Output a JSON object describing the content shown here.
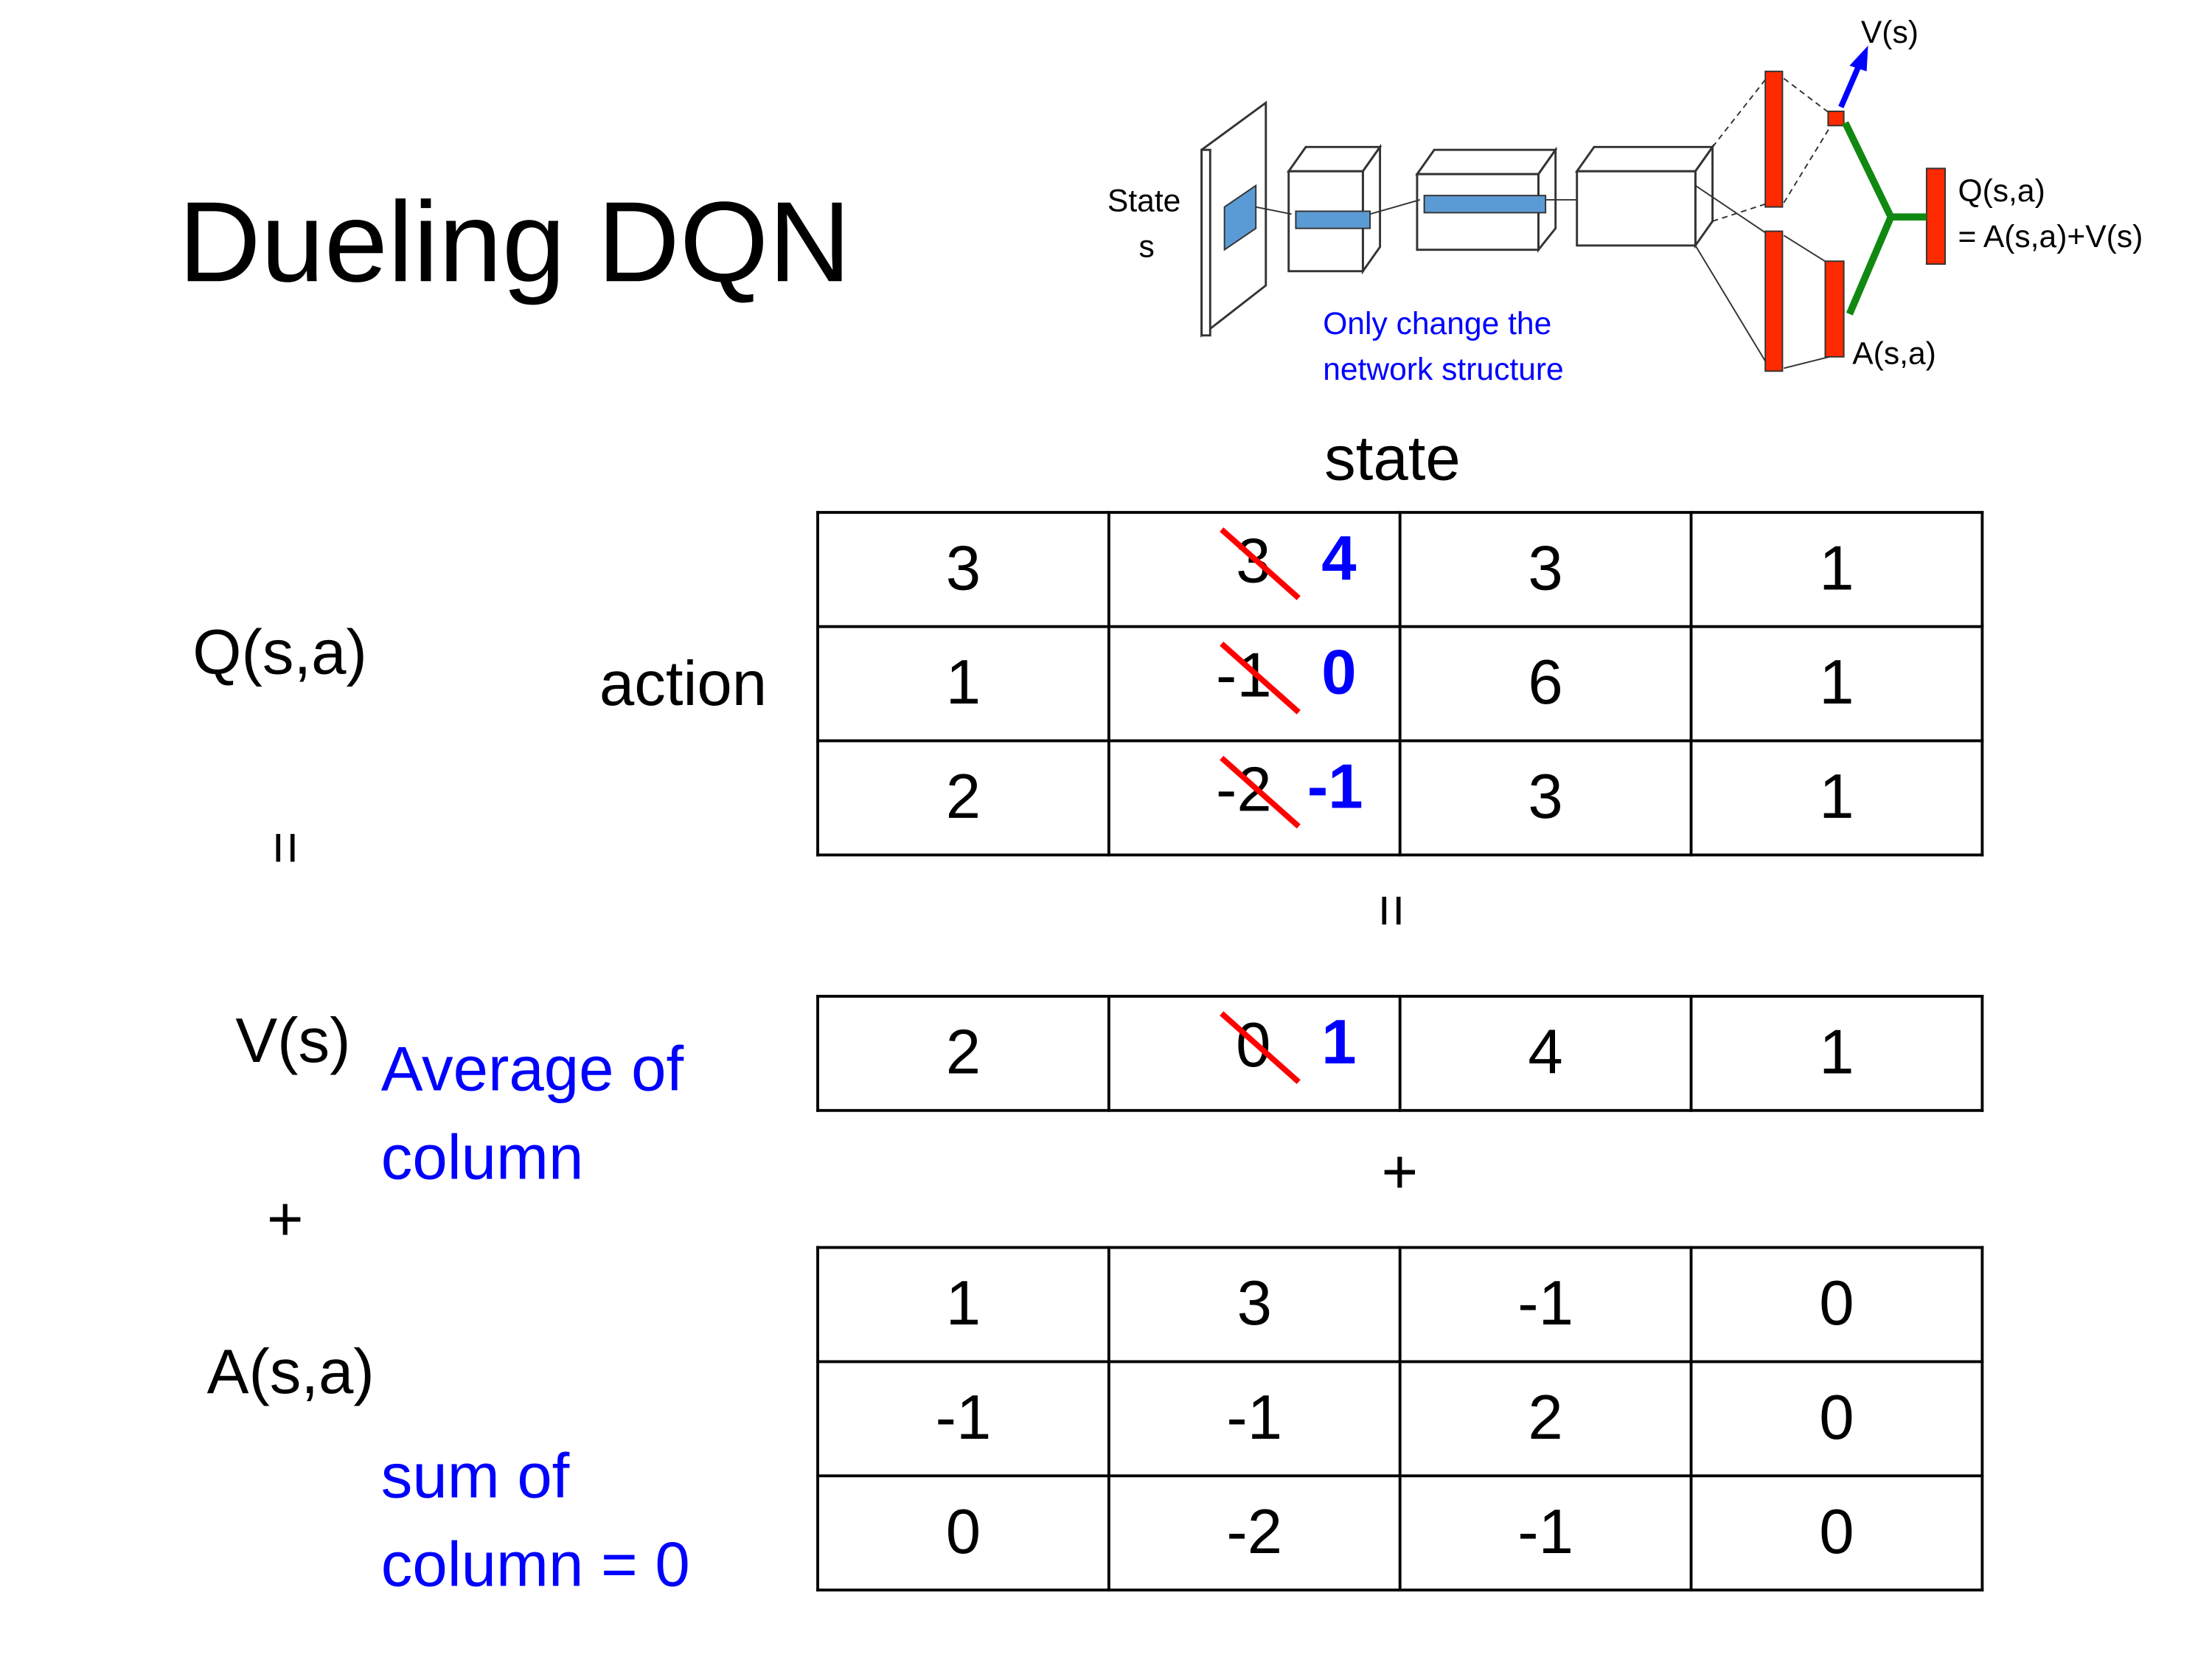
{
  "title": "Dueling DQN",
  "diagram": {
    "state_label": "State",
    "state_var": "s",
    "v_label": "V(s)",
    "q_label": "Q(s,a)",
    "q_formula": "= A(s,a)+V(s)",
    "a_label": "A(s,a)",
    "note_line1": "Only change the",
    "note_line2": "network structure"
  },
  "labels": {
    "state": "state",
    "action": "action",
    "q": "Q(s,a)",
    "v": "V(s)",
    "a": "A(s,a)",
    "equals": "=",
    "plus": "+",
    "avg_line1": "Average of",
    "avg_line2": "column",
    "sum_line1": "sum of",
    "sum_line2": "column = 0"
  },
  "colors": {
    "accent_blue": "#0000ff",
    "strike_red": "#ff0000",
    "bar_red": "#ff2a00",
    "green": "#118811",
    "cnn_blue": "#5b9bd5"
  },
  "q_table": [
    [
      {
        "v": "3"
      },
      {
        "old": "3",
        "new": "4"
      },
      {
        "v": "3"
      },
      {
        "v": "1"
      }
    ],
    [
      {
        "v": "1"
      },
      {
        "old": "-1",
        "new": "0"
      },
      {
        "v": "6"
      },
      {
        "v": "1"
      }
    ],
    [
      {
        "v": "2"
      },
      {
        "old": "-2",
        "new": "-1"
      },
      {
        "v": "3"
      },
      {
        "v": "1"
      }
    ]
  ],
  "v_table": [
    [
      {
        "v": "2"
      },
      {
        "old": "0",
        "new": "1"
      },
      {
        "v": "4"
      },
      {
        "v": "1"
      }
    ]
  ],
  "a_table": [
    [
      {
        "v": "1"
      },
      {
        "v": "3"
      },
      {
        "v": "-1"
      },
      {
        "v": "0"
      }
    ],
    [
      {
        "v": "-1"
      },
      {
        "v": "-1"
      },
      {
        "v": "2"
      },
      {
        "v": "0"
      }
    ],
    [
      {
        "v": "0"
      },
      {
        "v": "-2"
      },
      {
        "v": "-1"
      },
      {
        "v": "0"
      }
    ]
  ]
}
